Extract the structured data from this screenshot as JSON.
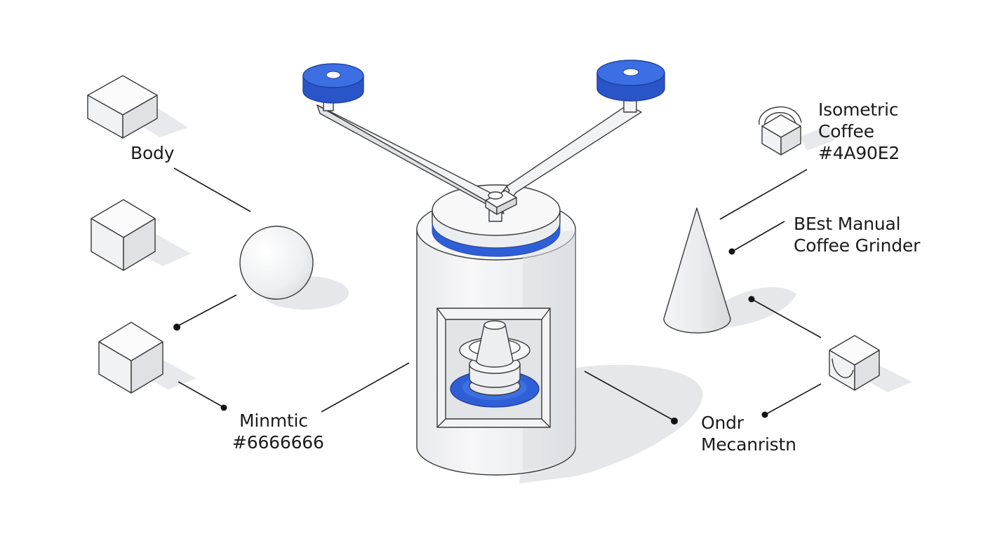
{
  "labels": {
    "body": "Body",
    "isometric": [
      "Isometric",
      "Coffee",
      "#4A90E2"
    ],
    "best": [
      "BEst Manual",
      "Coffee Grinder"
    ],
    "minmtic": [
      "Minmtic",
      "#6666666"
    ],
    "ondr": [
      "Ondr",
      "Mecanristn"
    ]
  },
  "colors": {
    "accent": "#4A90E2",
    "accent_dark": "#2a55c8",
    "gray": "#666666",
    "surface": "#f2f3f5",
    "shadow": "#e6e7ea"
  },
  "icons": [
    "cube-icon",
    "sphere-icon",
    "cone-icon",
    "cube-with-handle-icon",
    "cube-with-arc-icon",
    "coffee-grinder-illustration"
  ]
}
